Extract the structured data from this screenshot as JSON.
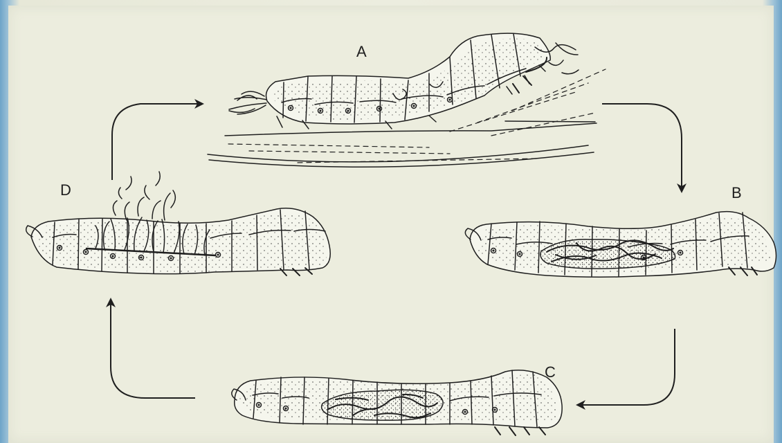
{
  "diagram": {
    "colors": {
      "background": "#ecedde",
      "ink": "#1f1f1f",
      "frame": "#3f86ad"
    },
    "labels": {
      "a": "A",
      "b": "B",
      "c": "C",
      "d": "D"
    }
  }
}
